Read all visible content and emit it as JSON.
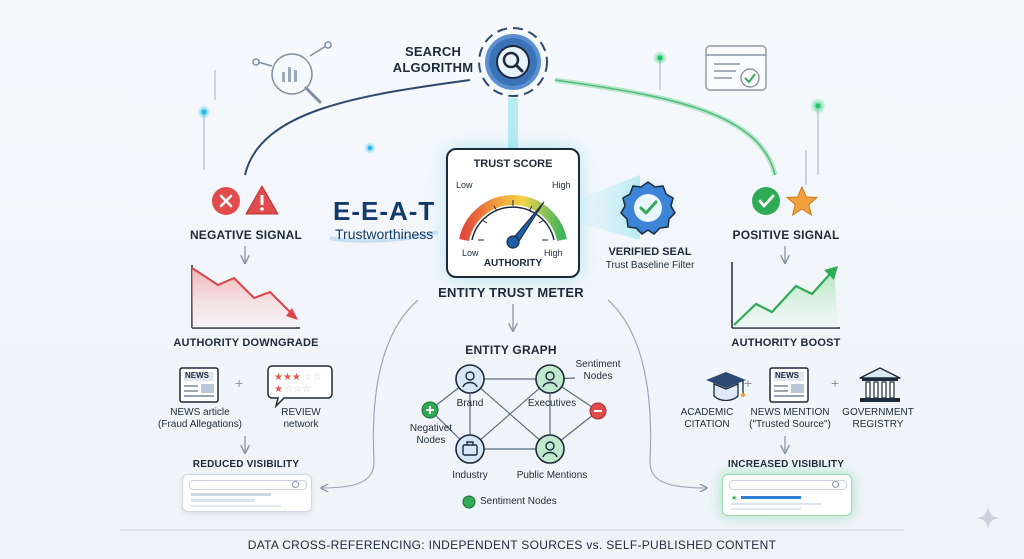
{
  "header": {
    "search_algorithm_line1": "SEARCH",
    "search_algorithm_line2": "ALGORITHM"
  },
  "eeat": {
    "acronym": "E-E-A-T",
    "subtitle": "Trustworthiness"
  },
  "meter": {
    "title": "TRUST SCORE",
    "low_top": "Low",
    "high_top": "High",
    "low_bottom": "Low",
    "high_bottom": "High",
    "authority_label": "AUTHORITY",
    "caption": "ENTITY TRUST METER"
  },
  "verified_seal": {
    "title": "VERIFIED SEAL",
    "subtitle": "Trust Baseline Filter"
  },
  "negative": {
    "signal_label": "NEGATIVE SIGNAL",
    "downgrade_label": "AUTHORITY DOWNGRADE",
    "news_badge": "NEWS",
    "news_line1": "NEWS article",
    "news_line2": "(Fraud Allegations)",
    "review_line1": "REVIEW",
    "review_line2": "network",
    "visibility_label": "REDUCED VISIBILITY"
  },
  "positive": {
    "signal_label": "POSITIVE SIGNAL",
    "boost_label": "AUTHORITY BOOST",
    "academic_line1": "ACADEMIC",
    "academic_line2": "CITATION",
    "news_badge": "NEWS",
    "news_line1": "NEWS MENTION",
    "news_line2": "(\"Trusted Source\")",
    "gov_line1": "GOVERNMENT",
    "gov_line2": "REGISTRY",
    "visibility_label": "INCREASED VISIBILITY"
  },
  "graph": {
    "title": "ENTITY GRAPH",
    "brand": "Brand",
    "executives": "Executives",
    "industry": "Industry",
    "public_mentions": "Public Mentions",
    "sentiment_line1": "Sentiment",
    "sentiment_line2": "Nodes",
    "negative_line1": "Negativet",
    "negative_line2": "Nodes",
    "legend": "Sentiment Nodes"
  },
  "footer": {
    "text": "DATA CROSS-REFERENCING: INDEPENDENT SOURCES vs. SELF-PUBLISHED CONTENT"
  },
  "colors": {
    "navy": "#1d2a3a",
    "blue": "#2f7fd6",
    "green": "#2faa55",
    "red": "#d9434a",
    "orange": "#f2a03b",
    "teal": "#3fc6d8"
  },
  "icons": [
    "gear-icon",
    "magnifier-icon",
    "chart-search-icon",
    "browser-check-icon",
    "error-x-icon",
    "warning-icon",
    "check-icon",
    "star-icon",
    "verified-badge-icon",
    "newspaper-icon",
    "review-bubble-icon",
    "graduation-cap-icon",
    "government-building-icon",
    "person-icon",
    "briefcase-icon",
    "plus-icon",
    "minus-icon"
  ]
}
